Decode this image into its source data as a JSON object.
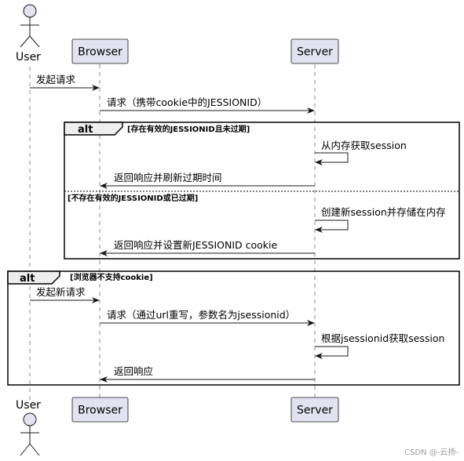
{
  "participants": {
    "user": "User",
    "browser": "Browser",
    "server": "Server"
  },
  "messages": {
    "m1": "发起请求",
    "m2": "请求（携带cookie中的JESSIONID）",
    "m3": "从内存获取session",
    "m4": "返回响应并刷新过期时间",
    "m5": "创建新session并存储在内存",
    "m6": "返回响应并设置新JESSIONID cookie",
    "m7": "发起新请求",
    "m8": "请求（通过url重写，参数名为jsessionid）",
    "m9": "根据jsessionid获取session",
    "m10": "返回响应"
  },
  "frames": {
    "alt1": {
      "kind": "alt",
      "condition": "[存在有效的JESSIONID且未过期]",
      "else_condition": "[不存在有效的JESSIONID或已过期]"
    },
    "alt2": {
      "kind": "alt",
      "condition": "[浏览器不支持cookie]"
    }
  },
  "watermark": "CSDN @-云扬-",
  "colors": {
    "participant_fill": "#e2e2f0",
    "participant_stroke": "#181818",
    "lifeline": "#8c8c8c",
    "arrow": "#181818"
  }
}
